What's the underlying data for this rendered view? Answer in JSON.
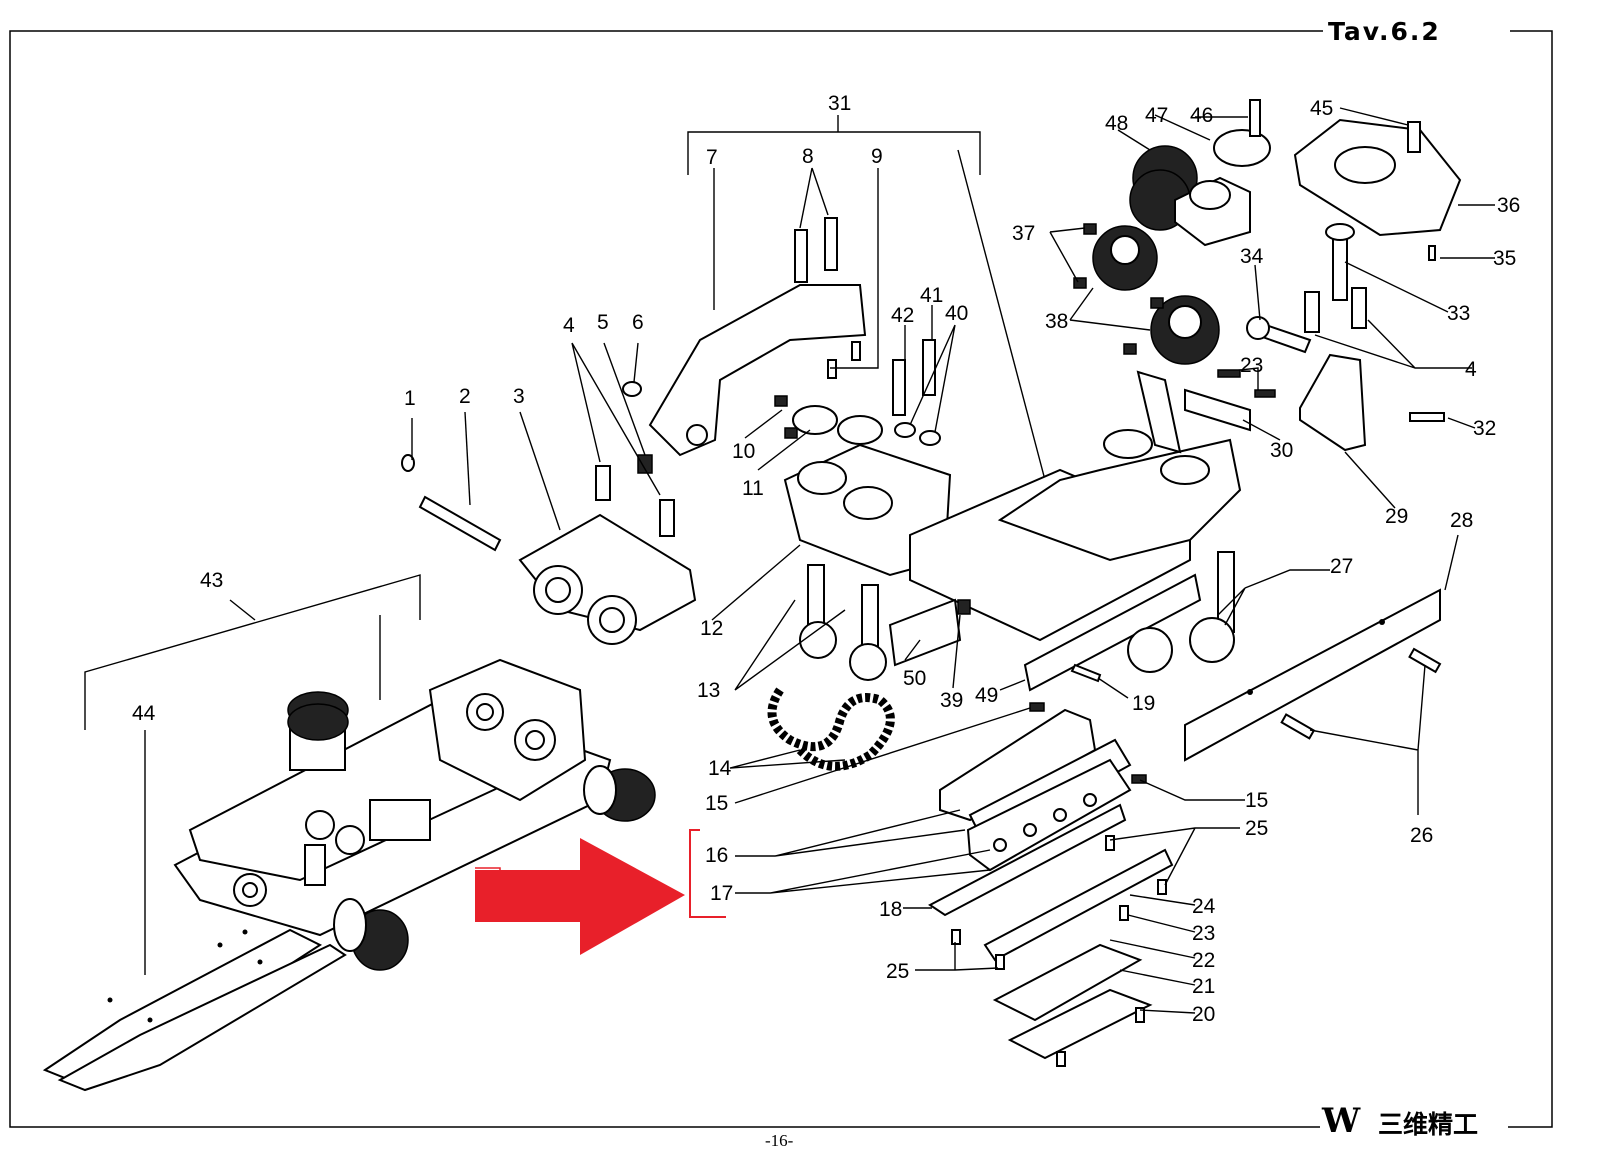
{
  "header": {
    "table_title": "Tav.6.2"
  },
  "footer": {
    "page_number": "-16-",
    "logo_mark": "W",
    "logo_text": "三维精工"
  },
  "colors": {
    "arrow": "#e8202a",
    "bracket": "#e8202a",
    "line": "#000000"
  },
  "callouts": [
    {
      "text": "1"
    },
    {
      "text": "2"
    },
    {
      "text": "3"
    },
    {
      "text": "4"
    },
    {
      "text": "5"
    },
    {
      "text": "6"
    },
    {
      "text": "7"
    },
    {
      "text": "8"
    },
    {
      "text": "9"
    },
    {
      "text": "10"
    },
    {
      "text": "11"
    },
    {
      "text": "12"
    },
    {
      "text": "13"
    },
    {
      "text": "14"
    },
    {
      "text": "15"
    },
    {
      "text": "15"
    },
    {
      "text": "16"
    },
    {
      "text": "17"
    },
    {
      "text": "18"
    },
    {
      "text": "19"
    },
    {
      "text": "20"
    },
    {
      "text": "21"
    },
    {
      "text": "22"
    },
    {
      "text": "23"
    },
    {
      "text": "23"
    },
    {
      "text": "24"
    },
    {
      "text": "25"
    },
    {
      "text": "25"
    },
    {
      "text": "26"
    },
    {
      "text": "27"
    },
    {
      "text": "28"
    },
    {
      "text": "29"
    },
    {
      "text": "30"
    },
    {
      "text": "31"
    },
    {
      "text": "32"
    },
    {
      "text": "33"
    },
    {
      "text": "34"
    },
    {
      "text": "35"
    },
    {
      "text": "36"
    },
    {
      "text": "37"
    },
    {
      "text": "38"
    },
    {
      "text": "39"
    },
    {
      "text": "40"
    },
    {
      "text": "41"
    },
    {
      "text": "42"
    },
    {
      "text": "43"
    },
    {
      "text": "44"
    },
    {
      "text": "45"
    },
    {
      "text": "46"
    },
    {
      "text": "47"
    },
    {
      "text": "48"
    },
    {
      "text": "49"
    },
    {
      "text": "50"
    },
    {
      "text": "4"
    }
  ]
}
